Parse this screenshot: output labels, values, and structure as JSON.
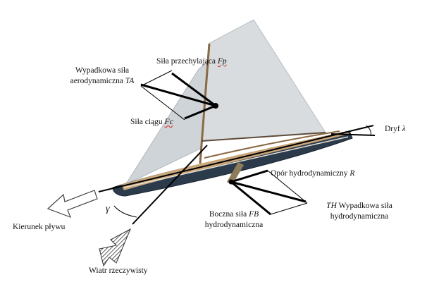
{
  "labels": {
    "sila_przechylajaca_prefix": "Siła przechylająca ",
    "sila_przechylajaca_sym": "Fp",
    "wypadkowa_aero_line1": "Wypadkowa siła",
    "wypadkowa_aero_line2_prefix": "aerodynamiczna ",
    "wypadkowa_aero_sym": "TA",
    "sila_ciagu_prefix": "Siła ciągu ",
    "sila_ciagu_sym": "Fc",
    "dryf_prefix": "Dryf ",
    "dryf_sym": "λ",
    "opor_prefix": "Opór hydrodynamiczny ",
    "opor_sym": "R",
    "wypadkowa_hydro_sym": "TH",
    "wypadkowa_hydro_line1": " Wypadkowa  siła",
    "wypadkowa_hydro_line2": "hydrodynamiczna",
    "boczna_line1_prefix": "Boczna siła  ",
    "boczna_sym": "FB",
    "boczna_line2": "hydrodynamiczna",
    "gamma": "γ",
    "kierunek": "Kierunek pływu",
    "wiatr": "Wiatr rzeczywisty"
  },
  "colors": {
    "sail": "#d8dcdf",
    "hull": "#2c3b4c",
    "deck": "#c9a57a",
    "line": "#000000"
  }
}
